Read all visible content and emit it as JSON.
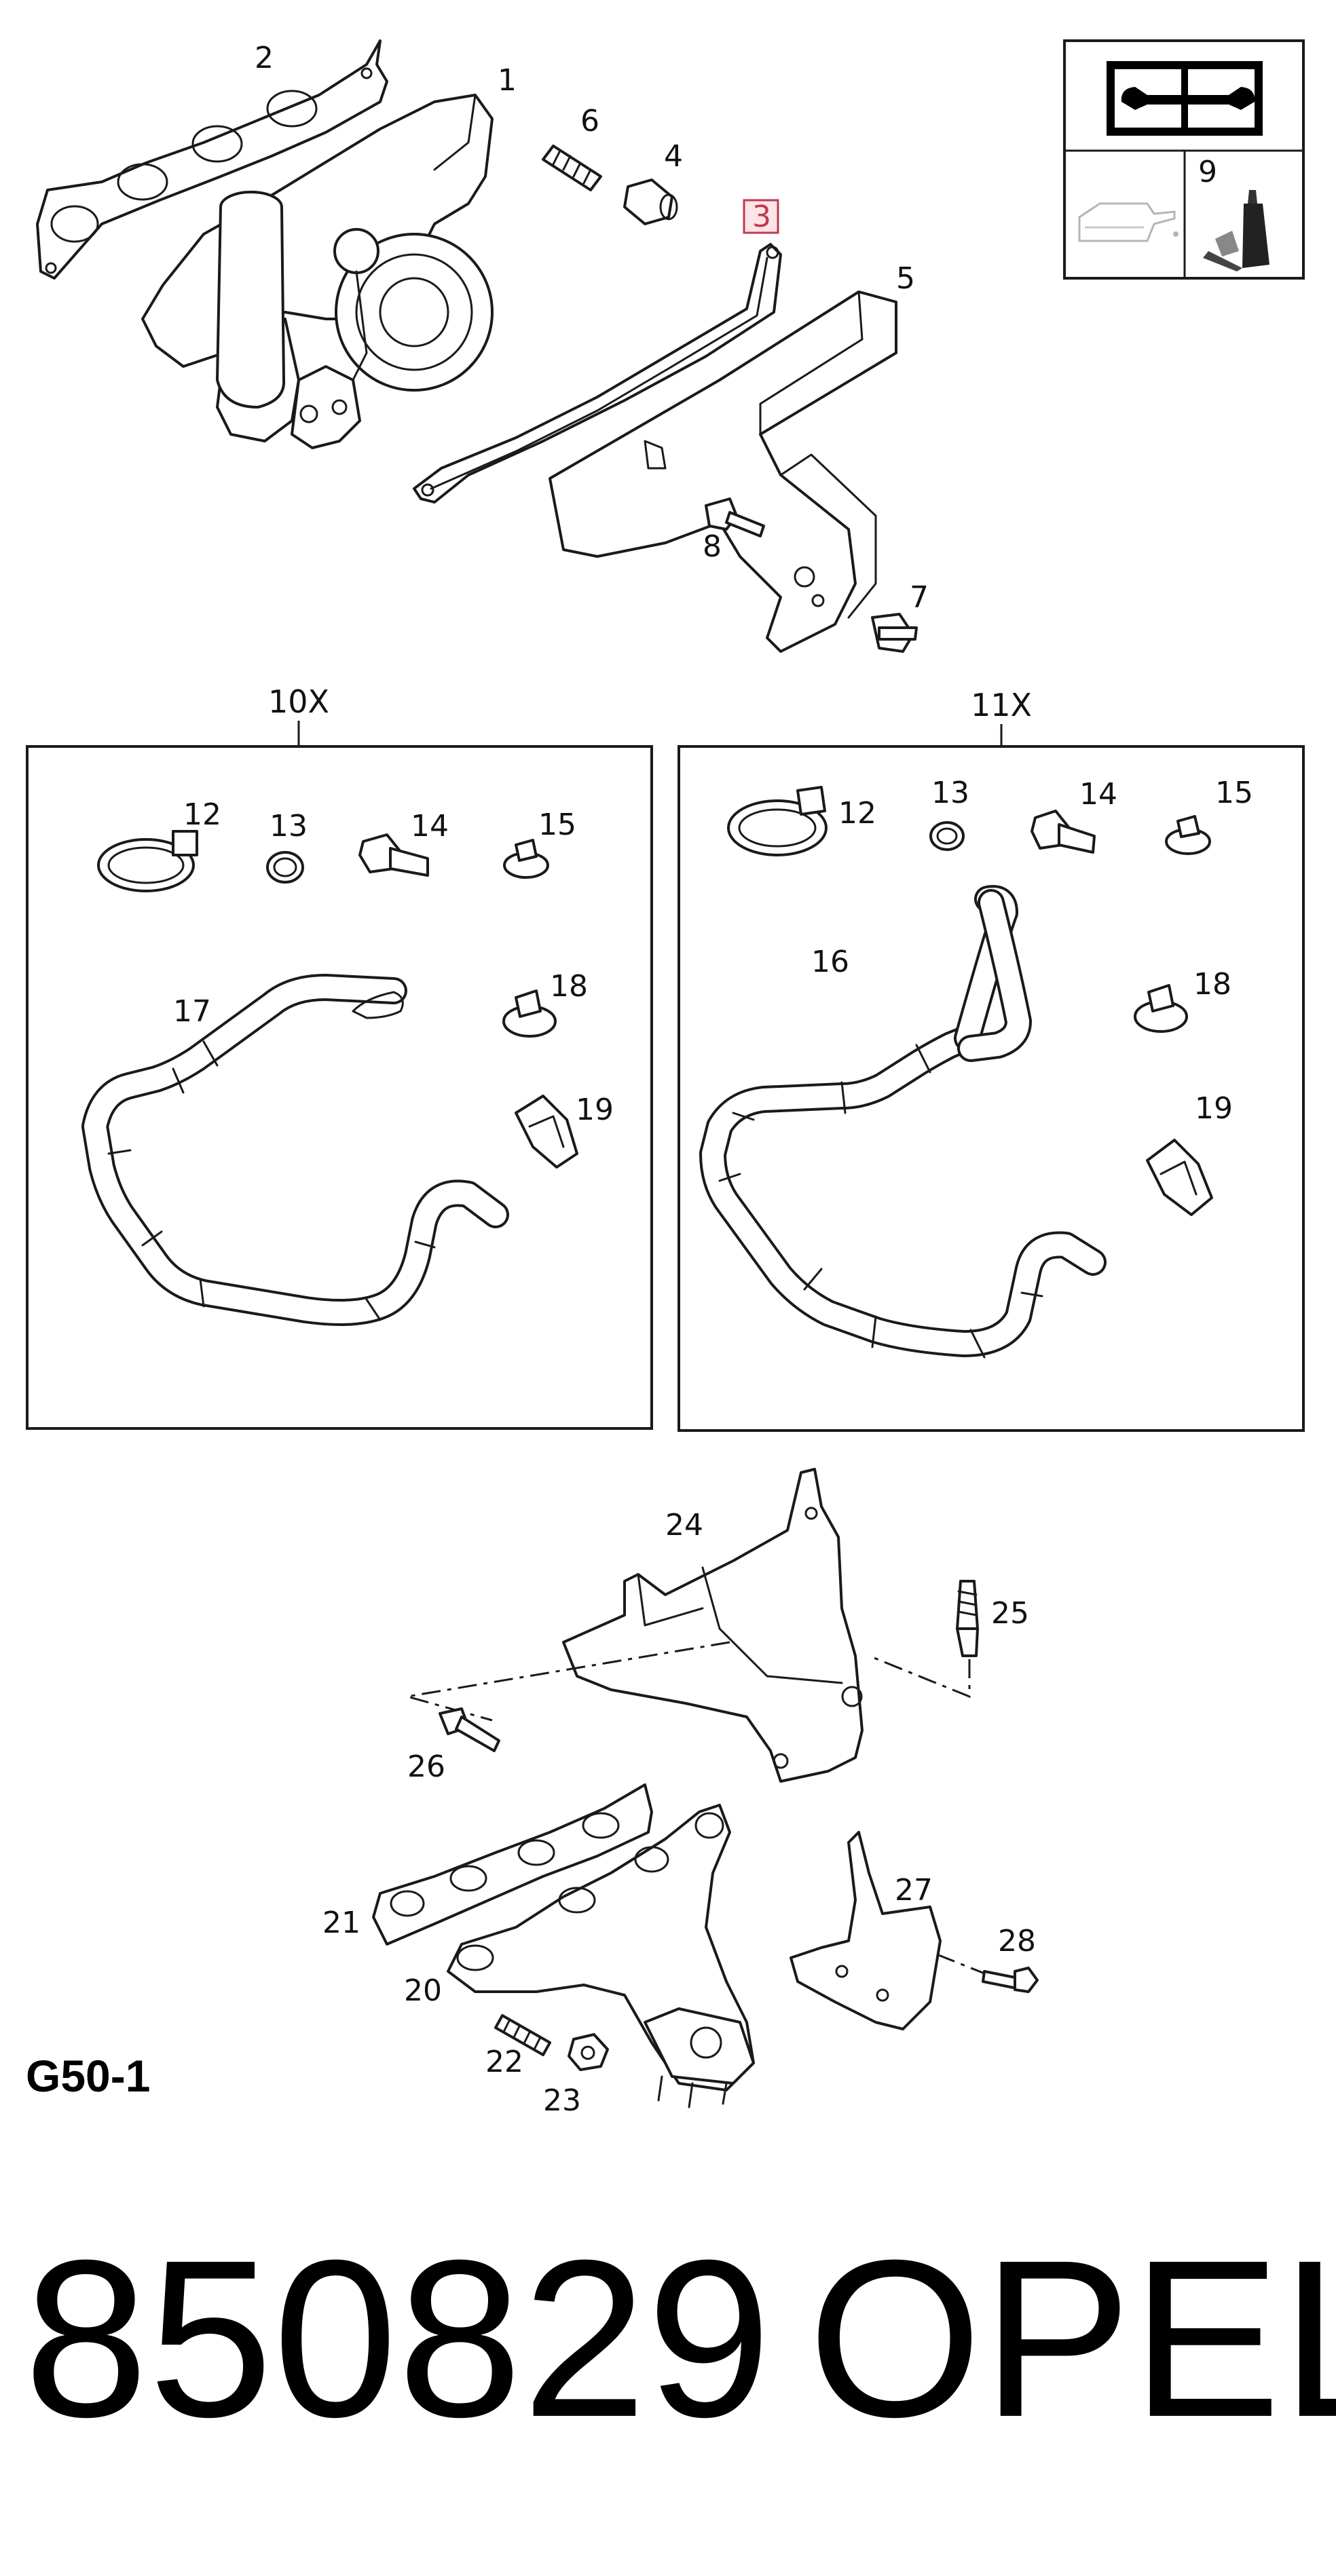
{
  "diagram": {
    "callouts": {
      "c1": "1",
      "c2": "2",
      "c3": "3",
      "c4": "4",
      "c5": "5",
      "c6": "6",
      "c7": "7",
      "c8": "8",
      "c9": "9",
      "c12a": "12",
      "c13a": "13",
      "c14a": "14",
      "c15a": "15",
      "c17": "17",
      "c18a": "18",
      "c19a": "19",
      "c12b": "12",
      "c13b": "13",
      "c14b": "14",
      "c15b": "15",
      "c16": "16",
      "c18b": "18",
      "c19b": "19",
      "c20": "20",
      "c21": "21",
      "c22": "22",
      "c23": "23",
      "c24": "24",
      "c25": "25",
      "c26": "26",
      "c27": "27",
      "c28": "28"
    },
    "kit_labels": {
      "left": "10X",
      "right": "11X"
    },
    "highlight_color": "#c0394b",
    "icons": [
      "book-wrench-icon",
      "oil-can-icon",
      "sealant-tube-icon"
    ],
    "section_label": "G50-1"
  },
  "footer": {
    "part_number": "850829",
    "brand": "OPEL"
  }
}
